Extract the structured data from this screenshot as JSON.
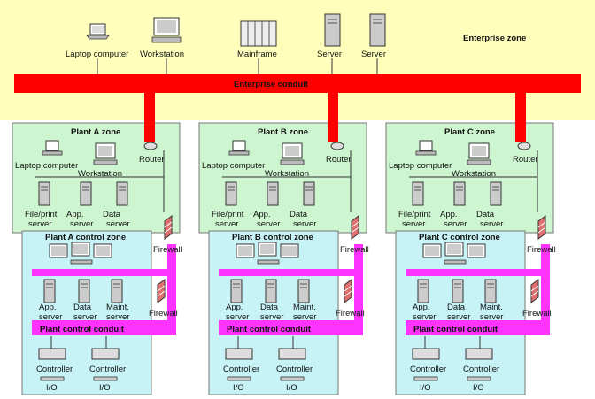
{
  "enterprise": {
    "zone_label": "Enterprise zone",
    "conduit_label": "Enterprise conduit",
    "devices": [
      "Laptop computer",
      "Workstation",
      "Mainframe",
      "Server",
      "Server"
    ]
  },
  "plants": [
    {
      "zone_label": "Plant A zone",
      "router_label": "Router",
      "laptop_label": "Laptop computer",
      "workstation_label": "Workstation",
      "servers": [
        [
          "File/print",
          "server"
        ],
        [
          "App.",
          "server"
        ],
        [
          "Data",
          "server"
        ]
      ],
      "control_zone_label": "Plant A control zone",
      "firewall_label": "Firewall",
      "control_servers": [
        [
          "App.",
          "server"
        ],
        [
          "Data",
          "server"
        ],
        [
          "Maint.",
          "server"
        ]
      ],
      "conduit_label": "Plant control conduit",
      "controllers": [
        {
          "label": "Controller",
          "io": "I/O"
        },
        {
          "label": "Controller",
          "io": "I/O"
        }
      ]
    },
    {
      "zone_label": "Plant B zone",
      "router_label": "Router",
      "laptop_label": "Laptop computer",
      "workstation_label": "Workstation",
      "servers": [
        [
          "File/print",
          "server"
        ],
        [
          "App.",
          "server"
        ],
        [
          "Data",
          "server"
        ]
      ],
      "control_zone_label": "Plant B control zone",
      "firewall_label": "Firewall",
      "control_servers": [
        [
          "App.",
          "server"
        ],
        [
          "Data",
          "server"
        ],
        [
          "Maint.",
          "server"
        ]
      ],
      "conduit_label": "Plant control conduit",
      "controllers": [
        {
          "label": "Controller",
          "io": "I/O"
        },
        {
          "label": "Controller",
          "io": "I/O"
        }
      ]
    },
    {
      "zone_label": "Plant C zone",
      "router_label": "Router",
      "laptop_label": "Laptop computer",
      "workstation_label": "Workstation",
      "servers": [
        [
          "File/print",
          "server"
        ],
        [
          "App.",
          "server"
        ],
        [
          "Data",
          "server"
        ]
      ],
      "control_zone_label": "Plant C control zone",
      "firewall_label": "Firewall",
      "control_servers": [
        [
          "App.",
          "server"
        ],
        [
          "Data",
          "server"
        ],
        [
          "Maint.",
          "server"
        ]
      ],
      "conduit_label": "Plant control conduit",
      "controllers": [
        {
          "label": "Controller",
          "io": "I/O"
        },
        {
          "label": "Controller",
          "io": "I/O"
        }
      ]
    }
  ],
  "colors": {
    "enterprise_zone": "#ffffbb",
    "plant_zone": "#cdf5cf",
    "control_zone": "#c7f3f6",
    "enterprise_conduit": "#ff0000",
    "control_conduit": "#ff33ff",
    "firewall": "#e07070"
  },
  "icons": [
    "laptop-icon",
    "workstation-icon",
    "mainframe-icon",
    "server-icon",
    "router-icon",
    "firewall-icon",
    "controller-icon"
  ]
}
